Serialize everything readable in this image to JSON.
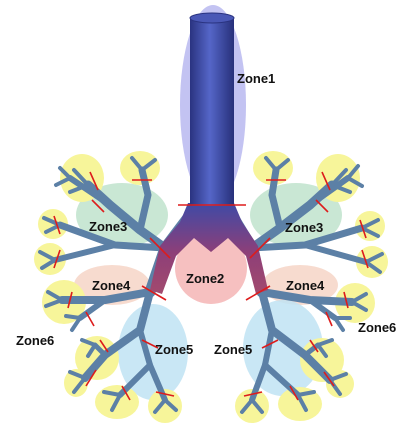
{
  "labels": {
    "zone1": "Zone1",
    "zone2": "Zone2",
    "zone3_left": "Zone3",
    "zone3_right": "Zone3",
    "zone4_left": "Zone4",
    "zone4_right": "Zone4",
    "zone5_left": "Zone5",
    "zone5_right": "Zone5",
    "zone6_left": "Zone6",
    "zone6_right": "Zone6"
  },
  "colors": {
    "zone1": "#b9b9f0",
    "zone2": "#f4b0b0",
    "zone3": "#bfe3cd",
    "zone4": "#f6d5c7",
    "zone5": "#bfe3f3",
    "zone6": "#f7f59a",
    "trachea": "#3d4aa4",
    "airway": "#5c80a6",
    "carina": "#8a4a82",
    "cut_line": "#dd1c1c"
  }
}
